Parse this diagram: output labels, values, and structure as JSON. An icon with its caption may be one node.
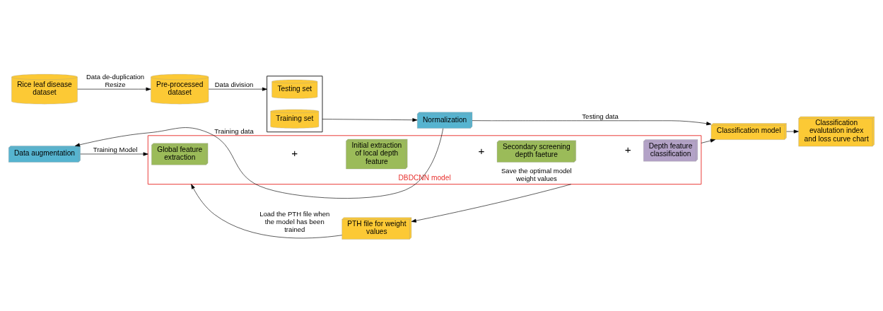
{
  "diagram": {
    "nodes": [
      {
        "text": [
          "Rice leaf disease dataset"
        ]
      },
      {
        "text": [
          "Pre-processed dataset"
        ]
      },
      {
        "text": [],
        "shape": "box"
      },
      {
        "text": [
          "Testing set"
        ],
        "in": 2
      },
      {
        "text": [
          "Training set"
        ],
        "in": 2
      },
      {
        "text": [
          "Normalization"
        ]
      },
      {
        "text": [
          "Data augmentation"
        ]
      },
      {
        "text": [
          "DBDCNN model"
        ]
      },
      {
        "text": [
          "Global feature extraction"
        ],
        "in": 7
      },
      {
        "text": [
          "Initial extraction of local depth feature"
        ],
        "in": 7
      },
      {
        "text": [
          "Secondary screening depth faeture"
        ],
        "in": 7
      },
      {
        "text": [
          "Depth feature classification"
        ],
        "in": 7
      },
      {
        "text": [
          "Classification model"
        ]
      },
      {
        "text": [
          "Classification evalutation index and loss curve chart"
        ]
      },
      {
        "text": [
          "PTH file for weight values"
        ]
      }
    ],
    "edges": [
      {
        "from": 0,
        "to": 1,
        "arrow": "to",
        "label": "Data de-duplication Resize"
      },
      {
        "from": 1,
        "to": 2,
        "arrow": "to",
        "label": "Data division"
      },
      {
        "from": 2,
        "to": 5,
        "arrow": "to"
      },
      {
        "from": 5,
        "to": 6,
        "arrow": "to",
        "label": "Training data"
      },
      {
        "from": 5,
        "to": 12,
        "arrow": "to",
        "label": "Testing data"
      },
      {
        "from": 6,
        "to": 7,
        "arrow": "to",
        "label": "Training Model"
      },
      {
        "from": 7,
        "to": 12,
        "arrow": "to"
      },
      {
        "from": 12,
        "to": 13,
        "arrow": "to"
      },
      {
        "from": 7,
        "to": 14,
        "arrow": "to",
        "label": "Save the optimal model weight values"
      },
      {
        "from": 14,
        "to": 7,
        "arrow": "to",
        "label": "Load the PTH file when the model has been trained"
      }
    ],
    "labels": [
      "+",
      "+",
      "+"
    ]
  }
}
